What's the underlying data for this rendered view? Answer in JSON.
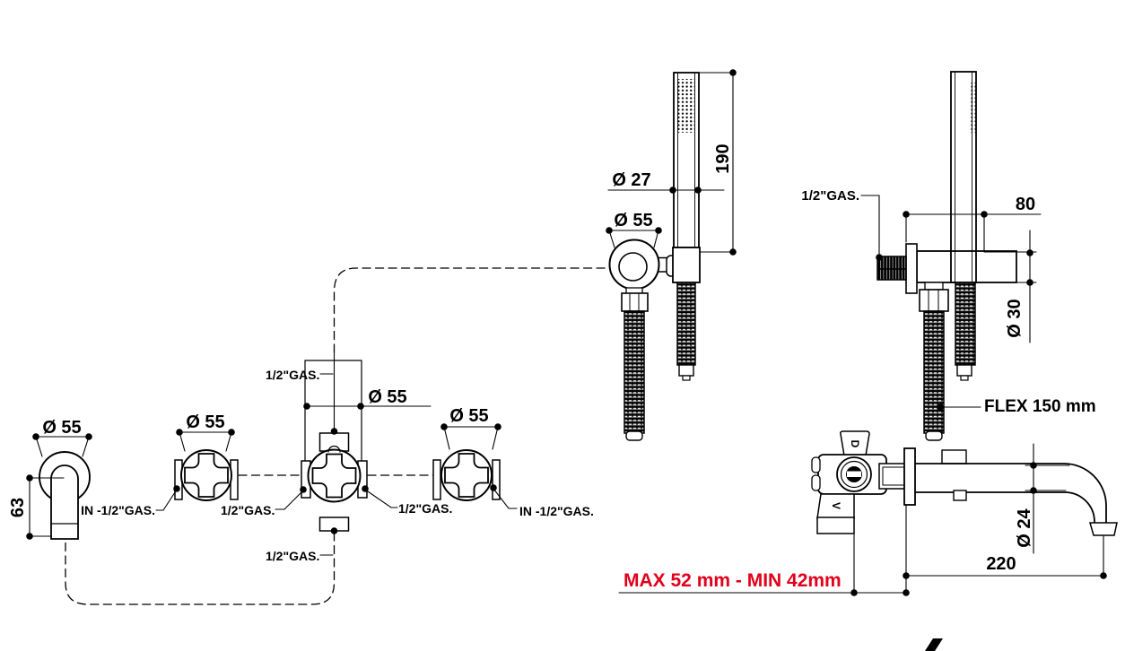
{
  "meta": {
    "drawing_type": "faucet installation technical drawing"
  },
  "colors": {
    "line": "#000000",
    "accent_red": "#e2001a",
    "background": "#ffffff"
  },
  "front_view": {
    "spout": {
      "dia_label": "Ø 55",
      "height_label": "63"
    },
    "left_handle": {
      "dia_label": "Ø 55",
      "inlet_label": "IN -1/2\"GAS."
    },
    "diverter": {
      "dia_label": "Ø 55",
      "top_label": "1/2\"GAS.",
      "left_label": "1/2\"GAS.",
      "right_label": "1/2\"GAS.",
      "bottom_label": "1/2\"GAS."
    },
    "right_handle": {
      "dia_label": "Ø 55",
      "inlet_label": "IN -1/2\"GAS."
    },
    "handshower": {
      "wand_dia_label": "Ø 27",
      "holder_dia_label": "Ø 55",
      "length_label": "190"
    }
  },
  "side_view": {
    "handshower": {
      "gas_label": "1/2\"GAS.",
      "offset_label": "80",
      "dia_label": "Ø 30",
      "flex_label": "FLEX 150 mm"
    },
    "spout": {
      "dia_label": "Ø 24",
      "reach_label": "220",
      "depth_label": "MAX 52 mm - MIN 42mm",
      "body_mark_top": "D",
      "body_mark_bottom": "V"
    }
  }
}
